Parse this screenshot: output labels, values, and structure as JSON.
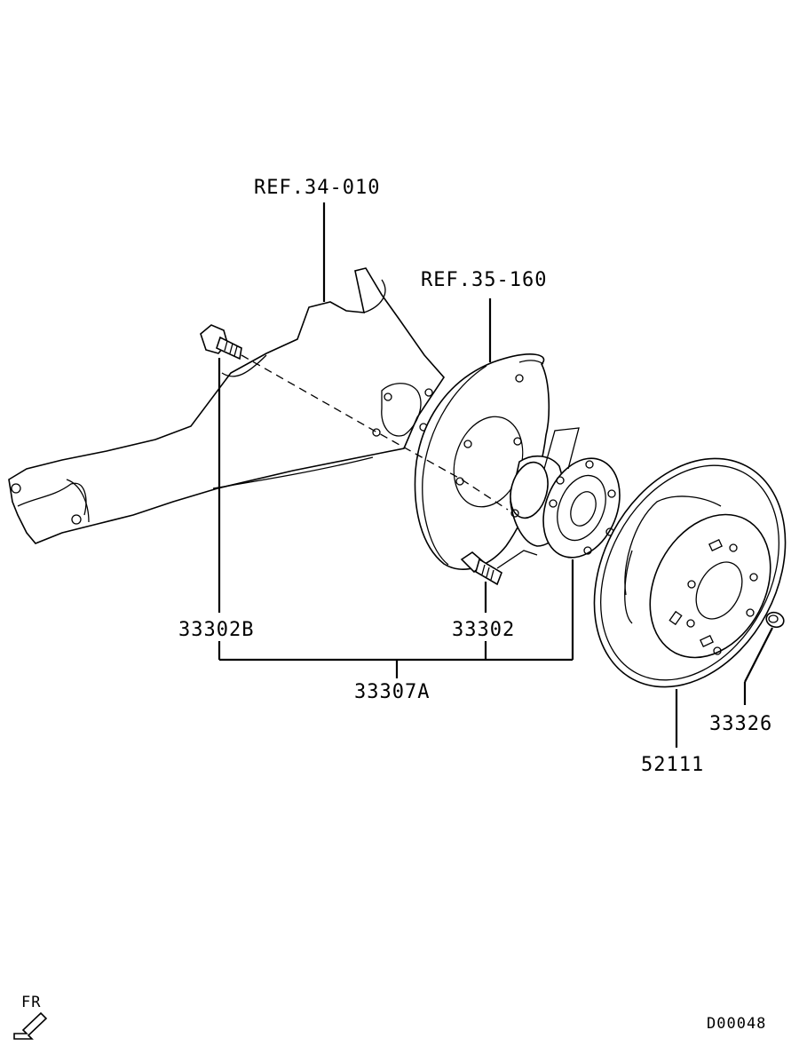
{
  "callouts": {
    "ref_upper": "REF.34-010",
    "ref_backing_plate": "REF.35-160",
    "hub_bolt_b": "33302B",
    "hub_bolt": "33302",
    "hub_assembly": "33307A",
    "rotor_screw": "33326",
    "brake_disc": "52111"
  },
  "orientation": {
    "label": "FR",
    "icon": "front-direction-arrow-icon"
  },
  "drawing_code": "D00048"
}
